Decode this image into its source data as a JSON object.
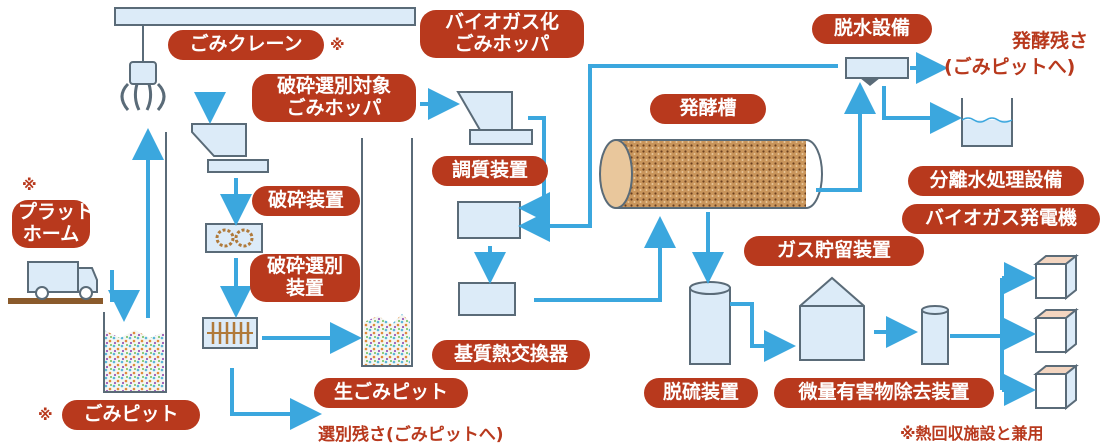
{
  "labels": {
    "crane": "ごみクレーン",
    "biogas_hopper_1": "バイオガス化",
    "biogas_hopper_2": "ごみホッパ",
    "dewatering": "脱水設備",
    "crush_hopper_1": "破砕選別対象",
    "crush_hopper_2": "ごみホッパ",
    "fermenter": "発酵槽",
    "conditioner": "調質装置",
    "crusher": "破砕装置",
    "platform_1": "プラット",
    "platform_2": "ホーム",
    "separator_1": "破砕選別",
    "separator_2": "装置",
    "separated_water": "分離水処理設備",
    "biogas_generator": "バイオガス発電機",
    "gas_holder": "ガス貯留装置",
    "heat_exchanger": "基質熱交換器",
    "raw_pit": "生ごみピット",
    "desulfurizer": "脱硫装置",
    "trace_removal": "微量有害物除去装置",
    "garbage_pit": "ごみピット"
  },
  "notes": {
    "asterisk": "※",
    "residue_title": "発酵残さ",
    "residue_sub": "(ごみピットへ)",
    "selection_residue": "選別残さ(ごみピットへ)",
    "shared_note": "※熱回収施設と兼用"
  },
  "colors": {
    "label_bg": "#b8391d",
    "arrow": "#3ba7de",
    "equipment_fill": "#dcebf8",
    "equipment_stroke": "#5a6b78",
    "ground": "#8a5a2b"
  }
}
